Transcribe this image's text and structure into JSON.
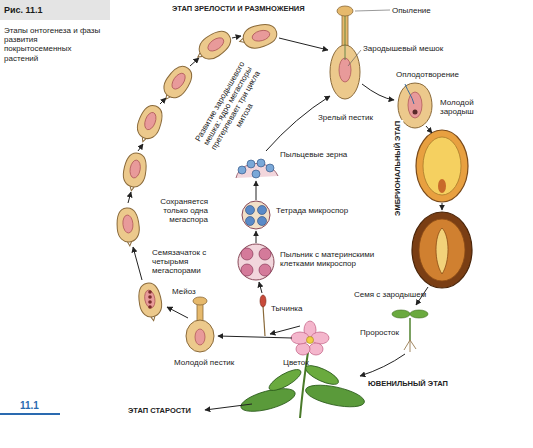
{
  "diagram": {
    "labels": [
      "Рис. 11.1",
      "Этапы онтогенеза и фазы развития покрытосеменных растений",
      "ЭТАП ЗРЕЛОСТИ И РАЗМНОЖЕНИЯ",
      "Опыление",
      "Зародышевый мешок",
      "Оплодотворение",
      "Молодой зародыш",
      "Зрелый пестик",
      "Развитие зародышевого мешка: ядро мегаспоры претерпевает три цикла митоза",
      "Пыльцевые зерна",
      "ЭМБРИОНАЛЬНЫЙ ЭТАП",
      "Тетрада микроспор",
      "Сохраняется только одна мегаспора",
      "Пыльник с материнскими клетками микроспор",
      "Семязачаток с четырьмя мегаспорами",
      "Тычинка",
      "Мейоз",
      "Семя с зародышем",
      "Цветок",
      "Проросток",
      "Молодой пестик",
      "ЮВЕНИЛЬНЫЙ ЭТАП",
      "11.1",
      "ЭТАП СТАРОСТИ"
    ]
  }
}
